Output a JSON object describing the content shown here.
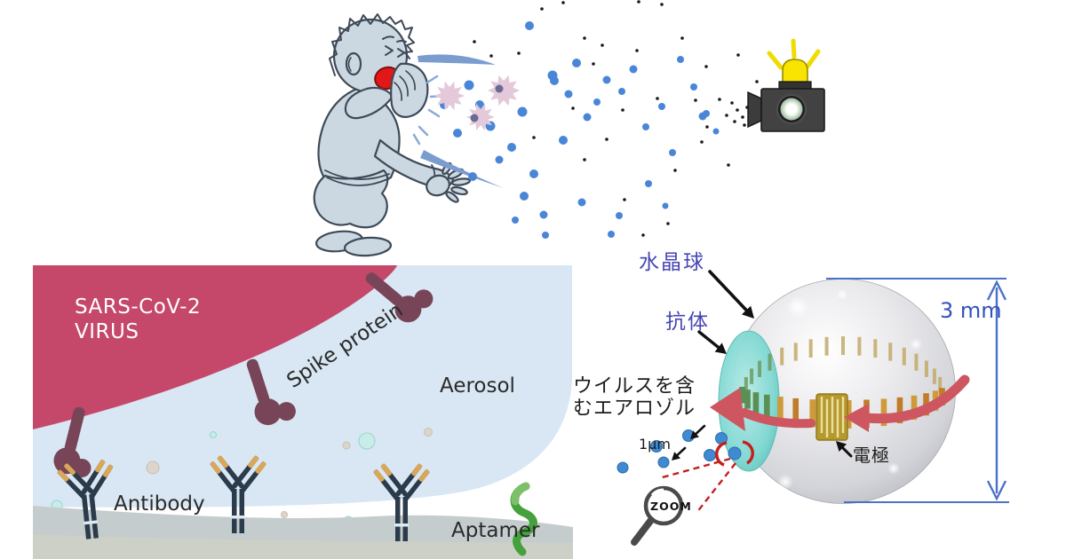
{
  "virus_panel": {
    "virus_name_line1": "SARS-CoV-2",
    "virus_name_line2": "VIRUS",
    "spike_protein_label": "Spike protein",
    "aerosol_label": "Aerosol",
    "antibody_label": "Antibody",
    "aptamer_label": "Aptamer"
  },
  "sensor_panel": {
    "crystal_ball_label": "水晶球",
    "antibody_label": "抗体",
    "virus_aerosol_label_line1": "ウイルスを含",
    "virus_aerosol_label_line2": "むエアロゾル",
    "particle_size_label": "1μm",
    "electrode_label": "電極",
    "diameter_label": "3 mm",
    "zoom_label": "ZOOM"
  },
  "colors": {
    "virus_body": "#c5486b",
    "spike_protein": "#784457",
    "aerosol_droplet": "#d8e7f3",
    "antibody_body": "#2c3b4c",
    "antibody_tip": "#d9a757",
    "aptamer_green": "#44a13c",
    "sensor_coating_teal": "#7fd8d2",
    "electrode_gold": "#b5982e",
    "rotation_arrow_red": "#cd5660",
    "dimension_blue": "#3352bd",
    "japanese_label_blue": "#4646b4",
    "alarm_yellow": "#f8e400",
    "aerosol_dot_blue": "#4a86d8",
    "person_skin": "#ccd8e1",
    "cough_streak_blue": "#7b9ccf"
  }
}
